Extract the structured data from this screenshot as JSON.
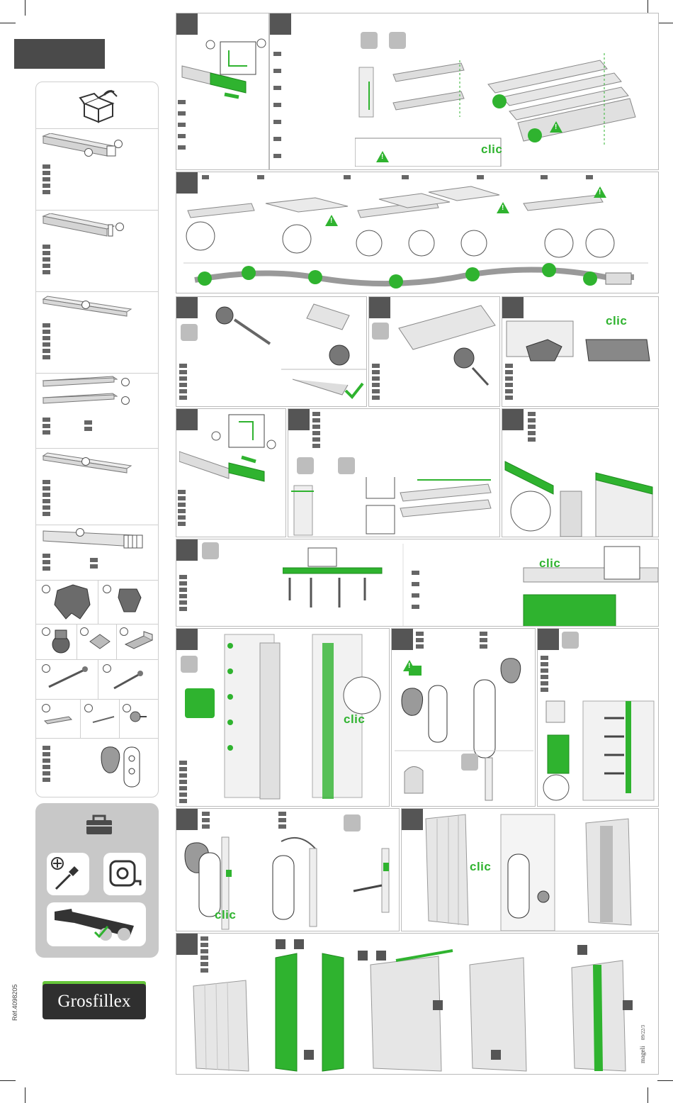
{
  "brand": {
    "name": "Grosfillex",
    "reference": "Réf.4098205",
    "credit": "mageli",
    "credit_code": "09/22/3"
  },
  "badges": {
    "clic": "clic"
  },
  "icons": {
    "open_box": "open-box-icon",
    "toolbox": "toolbox-icon",
    "screwdriver": "screwdriver-icon",
    "tape_measure": "tape-measure-icon",
    "saw": "saw-icon",
    "warning": "warning-icon",
    "check": "check-icon"
  },
  "colors": {
    "accent": "#2fb32f",
    "dark": "#4a4a4a",
    "panel_grey": "#c8c8c8"
  }
}
